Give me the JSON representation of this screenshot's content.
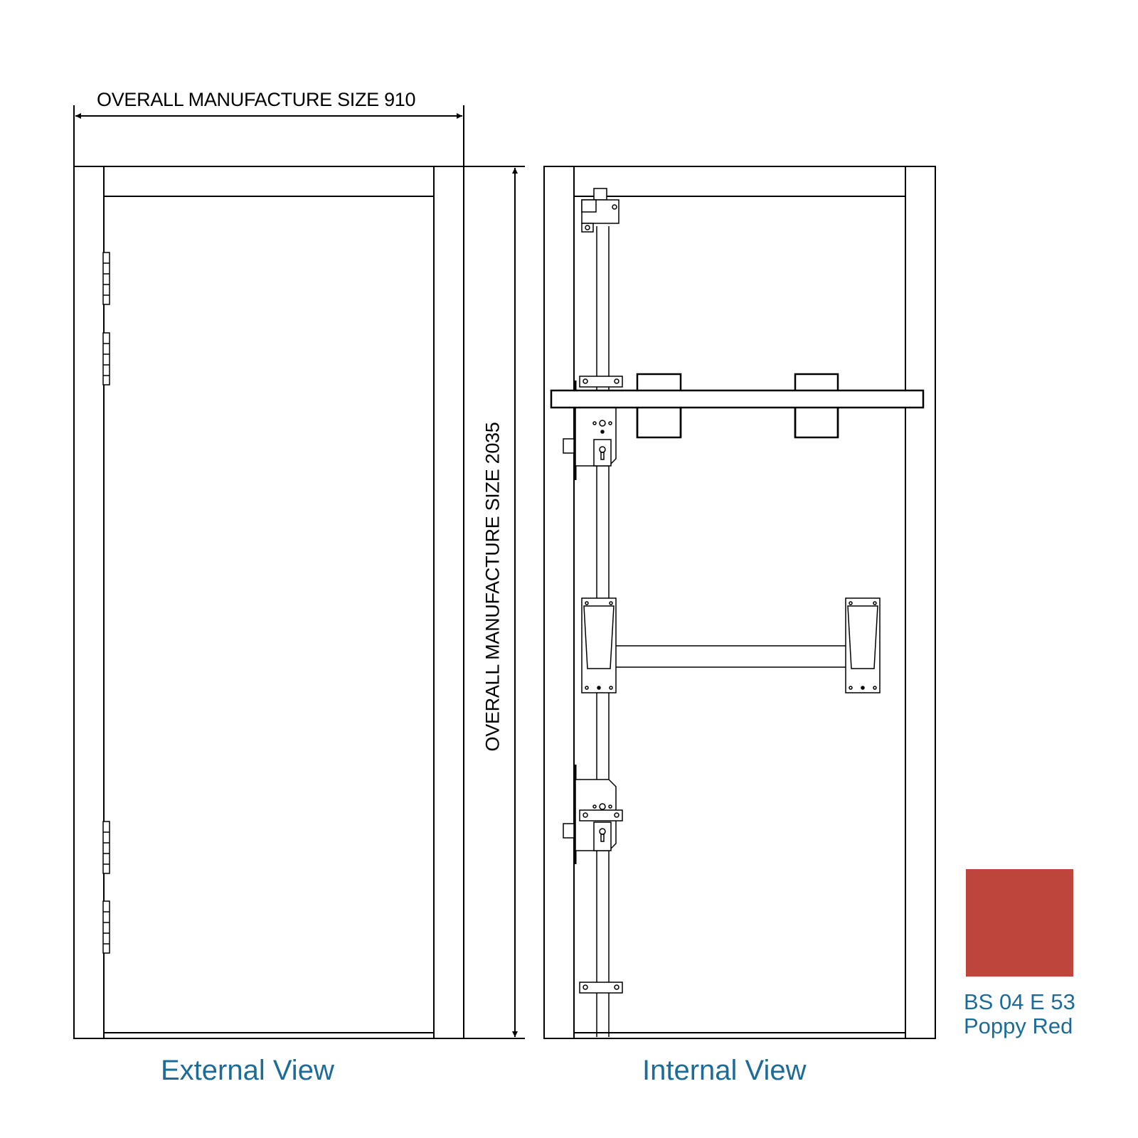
{
  "dimensions": {
    "width_label": "OVERALL MANUFACTURE SIZE 910",
    "height_label": "OVERALL MANUFACTURE SIZE 2035"
  },
  "views": {
    "external": "External View",
    "internal": "Internal View"
  },
  "color_swatch": {
    "code": "BS 04 E 53",
    "name": "Poppy Red",
    "hex": "#be453c"
  },
  "colors": {
    "line": "#000000",
    "label": "#1d6c98"
  }
}
